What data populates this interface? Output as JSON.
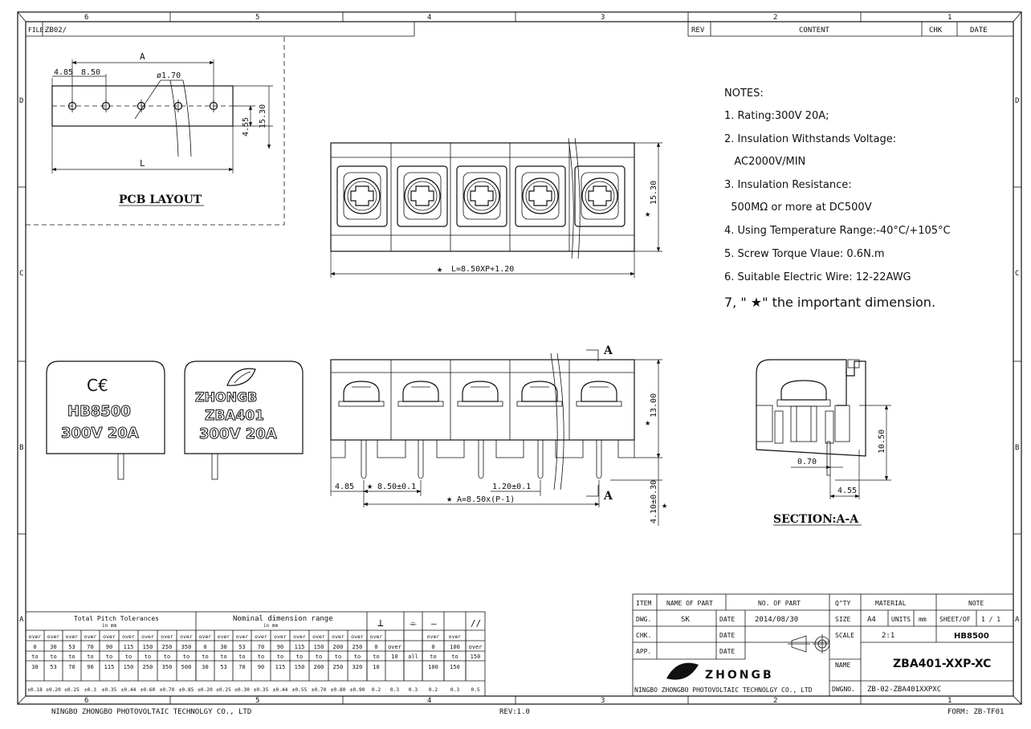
{
  "frame": {
    "col_numbers_top": [
      "6",
      "5",
      "4",
      "3",
      "2",
      "1"
    ],
    "col_numbers_bottom": [
      "6",
      "5",
      "4",
      "3",
      "2",
      "1"
    ],
    "row_letters": [
      "D",
      "C",
      "B",
      "A"
    ]
  },
  "header": {
    "file_label": "FILE:",
    "file_value": "ZB02/",
    "rev_label": "REV",
    "content_label": "CONTENT",
    "chk_label": "CHK",
    "date_label": "DATE"
  },
  "pcb": {
    "title": "PCB  LAYOUT",
    "dim_a": "A",
    "dim_485": "4.85",
    "dim_850": "8.50",
    "dim_hole": "ø1.70",
    "dim_455": "4.55",
    "dim_1530": "15.30",
    "dim_l": "L"
  },
  "top_view": {
    "dim_length": "L=8.50XP+1.20",
    "dim_height": "15.30",
    "star": "★"
  },
  "notes": {
    "title": "NOTES:",
    "lines": [
      "1. Rating:300V 20A;",
      "2. Insulation Withstands Voltage:",
      "   AC2000V/MIN",
      "3. Insulation Resistance:",
      "  500MΩ or more at DC500V",
      "4. Using Temperature Range:-40°C/+105°C",
      "5. Screw Torque Vlaue:  0.6N.m",
      "6. Suitable Electric Wire:  12-22AWG",
      "7, \" ★\" the important dimension."
    ]
  },
  "labels": {
    "left": {
      "ce": "C€",
      "model": "HB8500",
      "rating": "300V 20A"
    },
    "right": {
      "brand": "ZHONGB",
      "model": "ZBA401",
      "rating": "300V 20A"
    }
  },
  "front_view": {
    "section_mark": "A",
    "dim_1300": "13.00",
    "dim_485": "4.85",
    "dim_pitch": "8.50±0.1",
    "dim_pin": "1.20±0.1",
    "dim_a": "A=8.50x(P-1)",
    "dim_pinlen": "4.10±0.30",
    "star": "★"
  },
  "section": {
    "title": "SECTION:A-A",
    "dim_070": "0.70",
    "dim_455": "4.55",
    "dim_1050": "10.50"
  },
  "tolerance_table": {
    "title_left": "Total Pitch Tolerances",
    "title_left_unit": "in mm",
    "title_mid": "Nominal dimension range",
    "title_mid_unit": "in mm",
    "symbols": [
      "⊥",
      "⌯",
      "—",
      "//"
    ],
    "over_row": [
      "over",
      "over",
      "over",
      "over",
      "over",
      "over",
      "over",
      "over",
      "over",
      "over",
      "over",
      "over",
      "over",
      "over",
      "over",
      "over",
      "over",
      "over",
      "over",
      "",
      "",
      "over",
      "over",
      ""
    ],
    "from_row": [
      "0",
      "30",
      "53",
      "70",
      "90",
      "115",
      "150",
      "250",
      "350",
      "0",
      "30",
      "53",
      "70",
      "90",
      "115",
      "150",
      "200",
      "250",
      "0",
      "over",
      "",
      "0",
      "100",
      "over"
    ],
    "to_row": [
      "to",
      "to",
      "to",
      "to",
      "to",
      "to",
      "to",
      "to",
      "to",
      "to",
      "to",
      "to",
      "to",
      "to",
      "to",
      "to",
      "to",
      "to",
      "to",
      "10",
      "all",
      "to",
      "to",
      "150"
    ],
    "upper_row": [
      "30",
      "53",
      "70",
      "90",
      "115",
      "150",
      "250",
      "350",
      "500",
      "30",
      "53",
      "70",
      "90",
      "115",
      "150",
      "200",
      "250",
      "320",
      "10",
      "",
      "",
      "100",
      "150",
      ""
    ],
    "tol_row": [
      "±0.18",
      "±0.20",
      "±0.25",
      "±0.3",
      "±0.35",
      "±0.44",
      "±0.60",
      "±0.70",
      "±0.85",
      "±0.20",
      "±0.25",
      "±0.30",
      "±0.35",
      "±0.44",
      "±0.55",
      "±0.70",
      "±0.80",
      "±0.90",
      "0.2",
      "0.3",
      "0.3",
      "0.2",
      "0.3",
      "0.5"
    ]
  },
  "title_block": {
    "item": "ITEM",
    "name_of_part": "NAME OF PART",
    "no_of_part": "NO. OF PART",
    "qty": "Q\"TY",
    "material": "MATERIAL",
    "note": "NOTE",
    "dwg": "DWG.",
    "dwg_by": "SK",
    "date": "DATE",
    "date_value": "2014/08/30",
    "size": "SIZE",
    "size_value": "A4",
    "units": "UNITS",
    "units_value": "mm",
    "sheet_of": "SHEET/OF",
    "sheet_value": "1 / 1",
    "chk": "CHK.",
    "scale": "SCALE",
    "scale_value": "2:1",
    "series": "HB8500",
    "app": "APP.",
    "name": "NAME",
    "part_name": "ZBA401-XXP-XC",
    "brand": "ZHONGB",
    "company": "NINGBO ZHONGBO PHOTOVOLTAIC TECHNOLGY CO., LTD",
    "dwgno": "DWGNO.",
    "dwgno_value": "ZB-02-ZBA401XXPXC"
  },
  "footer": {
    "company": "NINGBO ZHONGBO PHOTOVOLTAIC TECHNOLGY CO., LTD",
    "rev": "REV:1.0",
    "form": "FORM: ZB-TF01"
  }
}
